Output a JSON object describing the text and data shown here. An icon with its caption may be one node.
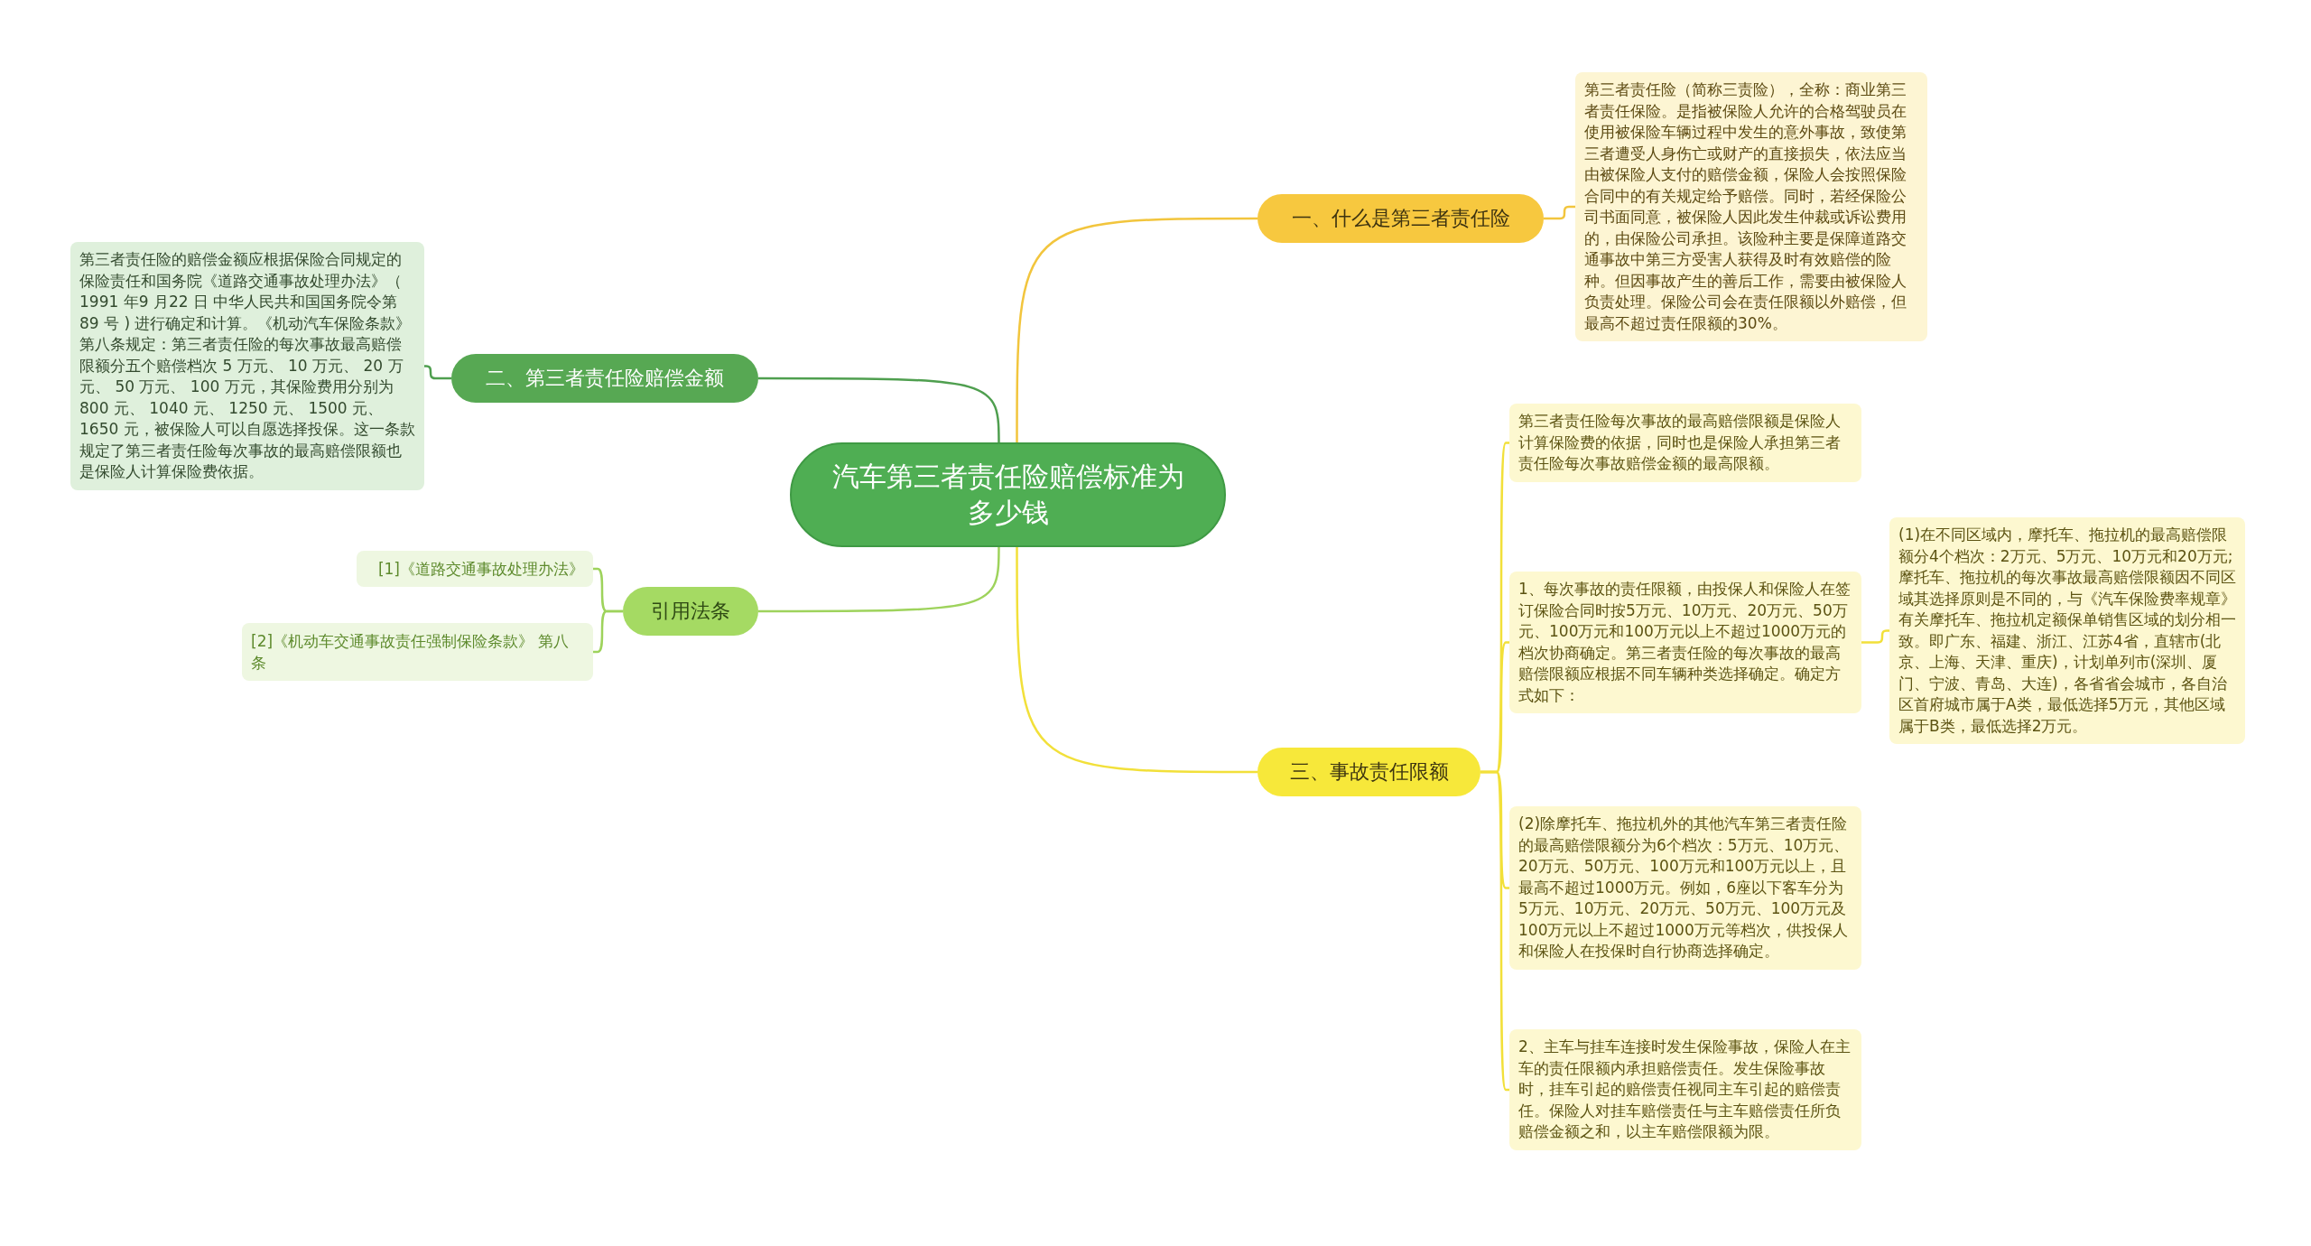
{
  "diagram": {
    "nodes": [
      {
        "text": [
          "汽车第三者责任险赔偿标准为多少钱"
        ]
      },
      {
        "text": [
          "一、什么是第三者责任险"
        ]
      },
      {
        "text": [
          "第三者责任险（简称三责险），全称：商业第三者责任保险。是指被保险人允许的合格驾驶员在使用被保险车辆过程中发生的意外事故，致使第三者遭受人身伤亡或财产的直接损失，依法应当由被保险人支付的赔偿金额，保险人会按照保险合同中的有关规定给予赔偿。同时，若经保险公司书面同意，被保险人因此发生仲裁或诉讼费用的，由保险公司承担。该险种主要是保障道路交通事故中第三方受害人获得及时有效赔偿的险种。但因事故产生的善后工作，需要由被保险人负责处理。保险公司会在责任限额以外赔偿，但最高不超过责任限额的30%。"
        ]
      },
      {
        "text": [
          "二、第三者责任险赔偿金额"
        ]
      },
      {
        "text": [
          "第三者责任险的赔偿金额应根据保险合同规定的保险责任和国务院《道路交通事故处理办法》（ 1991 年9 月22 日 中华人民共和国国务院令第89 号 ) 进行确定和计算。《机动汽车保险条款》第八条规定：第三者责任险的每次事故最高赔偿限额分五个赔偿档次 5 万元、 10 万元、 20 万元、 50 万元、 100 万元，其保险费用分别为 800 元、 1040 元、 1250 元、 1500 元、 1650 元，被保险人可以自愿选择投保。这一条款规定了第三者责任险每次事故的最高赔偿限额也是保险人计算保险费依据。"
        ]
      },
      {
        "text": [
          "引用法条"
        ]
      },
      {
        "text": [
          "[1]《道路交通事故处理办法》"
        ]
      },
      {
        "text": [
          "[2]《机动车交通事故责任强制保险条款》 第八条"
        ]
      },
      {
        "text": [
          "三、事故责任限额"
        ]
      },
      {
        "text": [
          "第三者责任险每次事故的最高赔偿限额是保险人计算保险费的依据，同时也是保险人承担第三者责任险每次事故赔偿金额的最高限额。"
        ]
      },
      {
        "text": [
          "1、每次事故的责任限额，由投保人和保险人在签订保险合同时按5万元、10万元、20万元、50万元、100万元和100万元以上不超过1000万元的档次协商确定。第三者责任险的每次事故的最高赔偿限额应根据不同车辆种类选择确定。确定方式如下："
        ]
      },
      {
        "text": [
          "(1)在不同区域内，摩托车、拖拉机的最高赔偿限额分4个档次：2万元、5万元、10万元和20万元;摩托车、拖拉机的每次事故最高赔偿限额因不同区域其选择原则是不同的，与《汽车保险费率规章》有关摩托车、拖拉机定额保单销售区域的划分相一致。即广东、福建、浙江、江苏4省，直辖市(北京、上海、天津、重庆)，计划单列市(深圳、厦门、宁波、青岛、大连)，各省省会城市，各自治区首府城市属于A类，最低选择5万元，其他区域属于B类，最低选择2万元。"
        ]
      },
      {
        "text": [
          "(2)除摩托车、拖拉机外的其他汽车第三者责任险的最高赔偿限额分为6个档次：5万元、10万元、20万元、50万元、100万元和100万元以上，且最高不超过1000万元。例如，6座以下客车分为5万元、10万元、20万元、50万元、100万元及100万元以上不超过1000万元等档次，供投保人和保险人在投保时自行协商选择确定。"
        ]
      },
      {
        "text": [
          "2、主车与挂车连接时发生保险事故，保险人在主车的责任限额内承担赔偿责任。发生保险事故时，挂车引起的赔偿责任视同主车引起的赔偿责任。保险人对挂车赔偿责任与主车赔偿责任所负赔偿金额之和，以主车赔偿限额为限。"
        ]
      }
    ],
    "edges": [
      {
        "from": 0,
        "to": 1,
        "arrow": "none",
        "color": "#f2c53d"
      },
      {
        "from": 1,
        "to": 2,
        "arrow": "none",
        "color": "#f2c53d"
      },
      {
        "from": 0,
        "to": 3,
        "arrow": "none",
        "color": "#4f9f4f"
      },
      {
        "from": 3,
        "to": 4,
        "arrow": "none",
        "color": "#4f9f4f"
      },
      {
        "from": 0,
        "to": 5,
        "arrow": "none",
        "color": "#9ed35c"
      },
      {
        "from": 5,
        "to": 6,
        "arrow": "none",
        "color": "#9ed35c"
      },
      {
        "from": 5,
        "to": 7,
        "arrow": "none",
        "color": "#9ed35c"
      },
      {
        "from": 0,
        "to": 8,
        "arrow": "none",
        "color": "#f2e03a"
      },
      {
        "from": 8,
        "to": 9,
        "arrow": "none",
        "color": "#f2e03a"
      },
      {
        "from": 8,
        "to": 10,
        "arrow": "none",
        "color": "#f2e03a"
      },
      {
        "from": 10,
        "to": 11,
        "arrow": "none",
        "color": "#f2e03a"
      },
      {
        "from": 8,
        "to": 12,
        "arrow": "none",
        "color": "#f2e03a"
      },
      {
        "from": 8,
        "to": 13,
        "arrow": "none",
        "color": "#f2e03a"
      }
    ]
  }
}
